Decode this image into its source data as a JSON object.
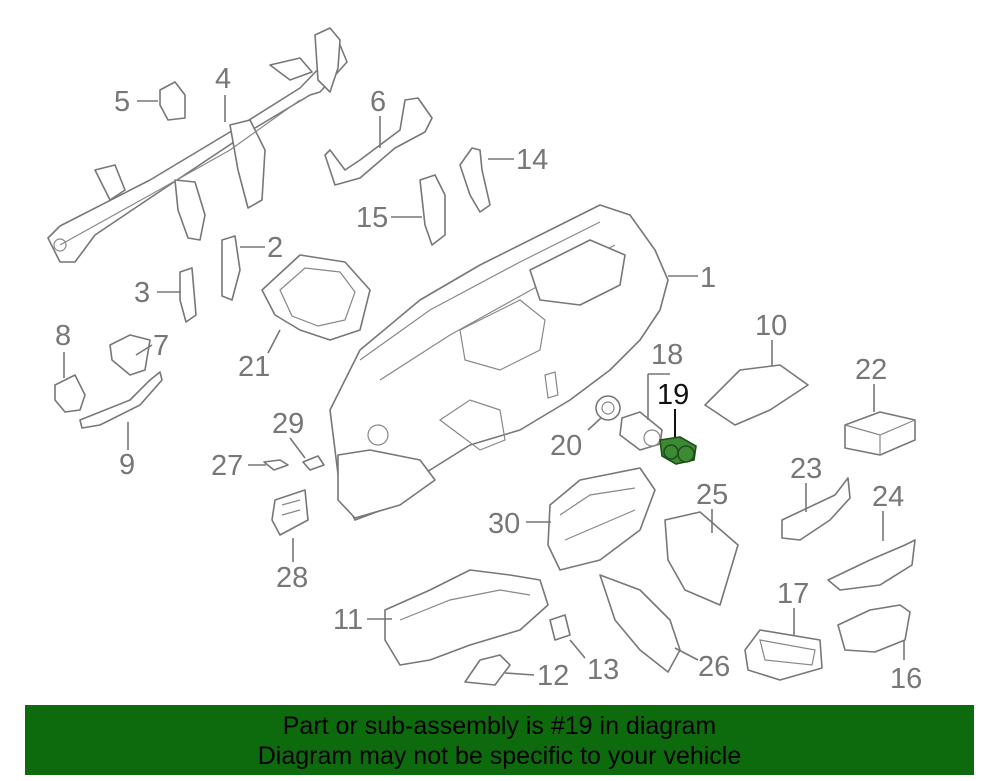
{
  "highlighted_part": "19",
  "callouts": [
    {
      "id": "p1",
      "text": "1"
    },
    {
      "id": "p2",
      "text": "2"
    },
    {
      "id": "p3",
      "text": "3"
    },
    {
      "id": "p4",
      "text": "4"
    },
    {
      "id": "p5",
      "text": "5"
    },
    {
      "id": "p6",
      "text": "6"
    },
    {
      "id": "p7",
      "text": "7"
    },
    {
      "id": "p8",
      "text": "8"
    },
    {
      "id": "p9",
      "text": "9"
    },
    {
      "id": "p10",
      "text": "10"
    },
    {
      "id": "p11",
      "text": "11"
    },
    {
      "id": "p12",
      "text": "12"
    },
    {
      "id": "p13",
      "text": "13"
    },
    {
      "id": "p14",
      "text": "14"
    },
    {
      "id": "p15",
      "text": "15"
    },
    {
      "id": "p16",
      "text": "16"
    },
    {
      "id": "p17",
      "text": "17"
    },
    {
      "id": "p18",
      "text": "18"
    },
    {
      "id": "p19",
      "text": "19"
    },
    {
      "id": "p20",
      "text": "20"
    },
    {
      "id": "p21",
      "text": "21"
    },
    {
      "id": "p22",
      "text": "22"
    },
    {
      "id": "p23",
      "text": "23"
    },
    {
      "id": "p24",
      "text": "24"
    },
    {
      "id": "p25",
      "text": "25"
    },
    {
      "id": "p26",
      "text": "26"
    },
    {
      "id": "p27",
      "text": "27"
    },
    {
      "id": "p28",
      "text": "28"
    },
    {
      "id": "p29",
      "text": "29"
    },
    {
      "id": "p30",
      "text": "30"
    }
  ],
  "banner": {
    "line1": "Part or sub-assembly is #19 in diagram",
    "line2": "Diagram may not be specific to your vehicle"
  },
  "colors": {
    "banner_background": "#0d6a0d",
    "highlight": "#3c8a33",
    "line_art": "#777777"
  }
}
